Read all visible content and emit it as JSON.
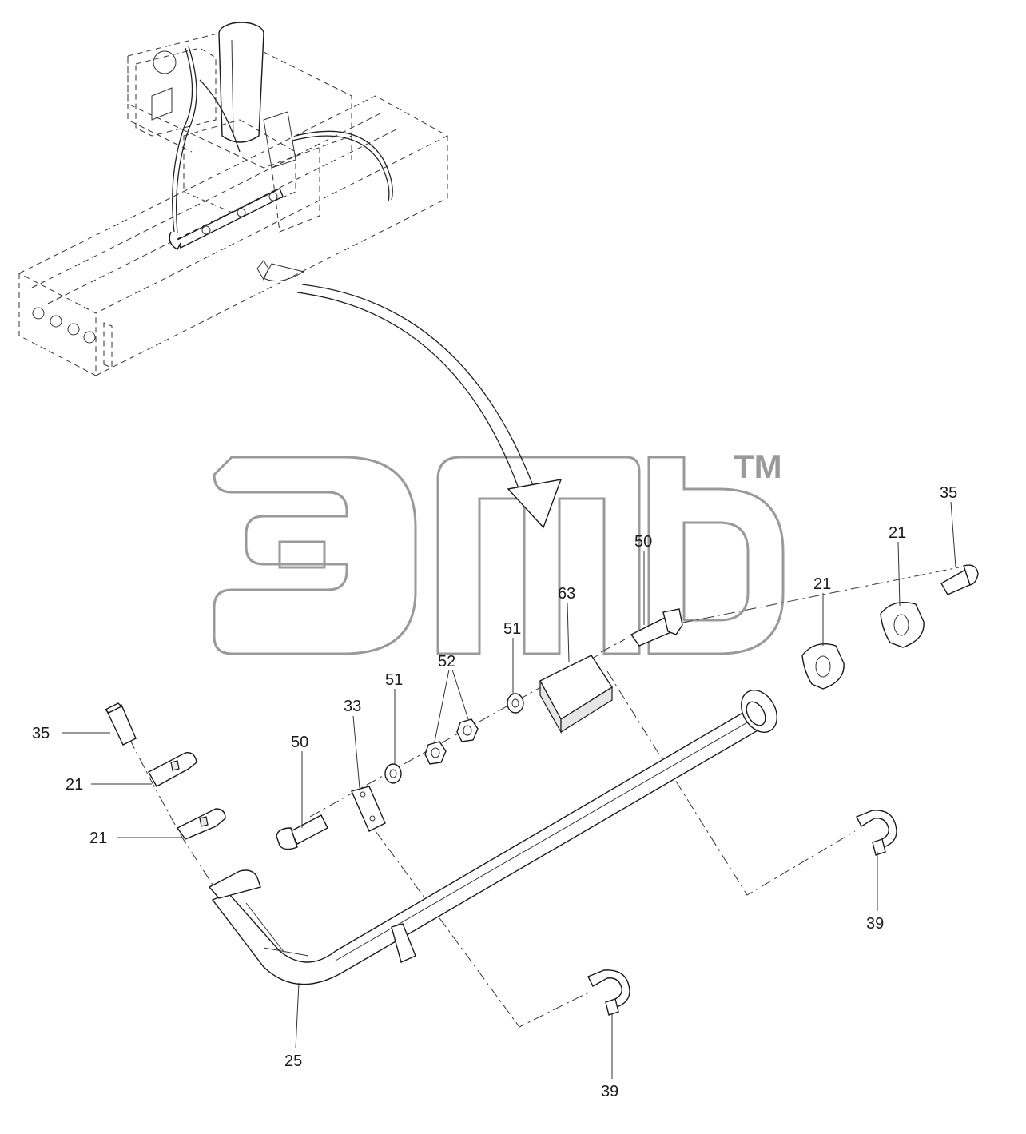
{
  "watermark": {
    "trademark": "TM"
  },
  "callouts": [
    {
      "id": "c-35-top",
      "text": "35"
    },
    {
      "id": "c-21-top-a",
      "text": "21"
    },
    {
      "id": "c-21-top-b",
      "text": "21"
    },
    {
      "id": "c-50-top",
      "text": "50"
    },
    {
      "id": "c-63",
      "text": "63"
    },
    {
      "id": "c-51-top",
      "text": "51"
    },
    {
      "id": "c-52",
      "text": "52"
    },
    {
      "id": "c-51-mid",
      "text": "51"
    },
    {
      "id": "c-33",
      "text": "33"
    },
    {
      "id": "c-50-mid",
      "text": "50"
    },
    {
      "id": "c-35-left",
      "text": "35"
    },
    {
      "id": "c-21-left-a",
      "text": "21"
    },
    {
      "id": "c-21-left-b",
      "text": "21"
    },
    {
      "id": "c-39-right",
      "text": "39"
    },
    {
      "id": "c-25",
      "text": "25"
    },
    {
      "id": "c-39-bottom",
      "text": "39"
    }
  ]
}
